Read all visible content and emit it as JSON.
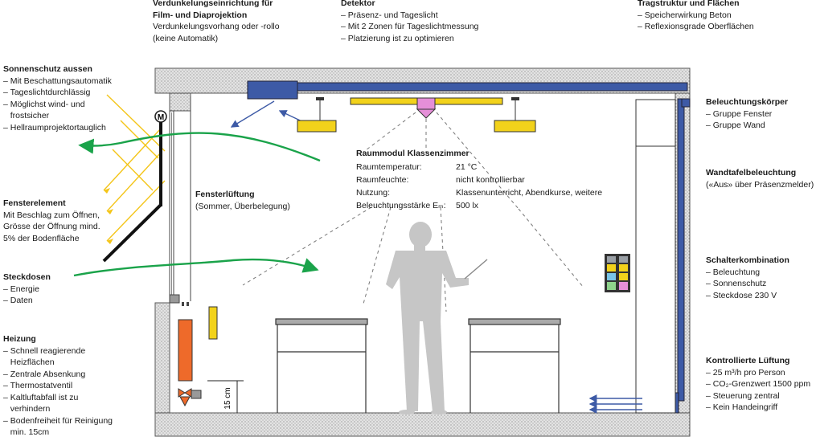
{
  "labels": {
    "verdunkelung": {
      "title": "Verdunkelungseinrichtung für\nFilm- und Diaprojektion",
      "lines": [
        "Verdunkelungsvorhang oder -rollo",
        "(keine Automatik)"
      ]
    },
    "detektor": {
      "title": "Detektor",
      "lines": [
        "– Präsenz- und Tageslicht",
        "– Mit 2 Zonen für Tageslichtmessung",
        "– Platzierung ist zu optimieren"
      ]
    },
    "tragstruktur": {
      "title": "Tragstruktur und Flächen",
      "lines": [
        "– Speicherwirkung Beton",
        "– Reflexionsgrade Oberflächen"
      ]
    },
    "sonnenschutz": {
      "title": "Sonnenschutz aussen",
      "lines": [
        "– Mit Beschattungsautomatik",
        "– Tageslichtdurchlässig",
        "– Möglichst wind- und",
        "   frostsicher",
        "– Hellraumprojektortauglich"
      ]
    },
    "fensterelement": {
      "title": "Fensterelement",
      "lines": [
        "Mit Beschlag zum Öffnen,",
        "Grösse der Öffnung mind.",
        "5% der Bodenfläche"
      ]
    },
    "steckdosen": {
      "title": "Steckdosen",
      "lines": [
        "– Energie",
        "– Daten"
      ]
    },
    "heizung": {
      "title": "Heizung",
      "lines": [
        "– Schnell reagierende",
        "   Heizflächen",
        "– Zentrale Absenkung",
        "– Thermostatventil",
        "– Kaltluftabfall ist zu",
        "   verhindern",
        "– Bodenfreiheit für Reinigung",
        "   min. 15cm"
      ]
    },
    "fensterlueftung": {
      "title": "Fensterlüftung",
      "lines": [
        "(Sommer, Überbelegung)"
      ]
    },
    "beleuchtungskoerper": {
      "title": "Beleuchtungskörper",
      "lines": [
        "– Gruppe Fenster",
        "– Gruppe Wand"
      ]
    },
    "wandtafel": {
      "title": "Wandtafelbeleuchtung",
      "lines": [
        "(«Aus» über Präsenzmelder)"
      ]
    },
    "schalter": {
      "title": "Schalterkombination",
      "lines": [
        "– Beleuchtung",
        "– Sonnenschutz",
        "– Steckdose 230 V"
      ]
    },
    "lueftung": {
      "title": "Kontrollierte Lüftung",
      "lines": [
        "– 25 m³/h pro Person",
        "– CO₂-Grenzwert 1500 ppm",
        "– Steuerung zentral",
        "– Kein Handeingriff"
      ]
    }
  },
  "room": {
    "title": "Raummodul Klassenzimmer",
    "rows": [
      {
        "k": "Raumtemperatur:",
        "v": "21 °C"
      },
      {
        "k": "Raumfeuchte:",
        "v": "nicht kontrollierbar"
      },
      {
        "k": "Nutzung:",
        "v": "Klassenunterricht, Abendkurse, weitere"
      },
      {
        "k": "Beleuchtungsstärke Eₘ:",
        "v": "500 lx"
      }
    ]
  },
  "dimension": "15 cm",
  "motor_symbol": "M",
  "colors": {
    "hatch_bg": "#d9d9d9",
    "duct": "#3d5aa6",
    "lamp": "#f2d21b",
    "detector": "#e58fd8",
    "heater": "#ee6a2a",
    "arrow_green": "#1aa34a",
    "sun": "#f4c518",
    "figure": "#c8c8c8"
  }
}
